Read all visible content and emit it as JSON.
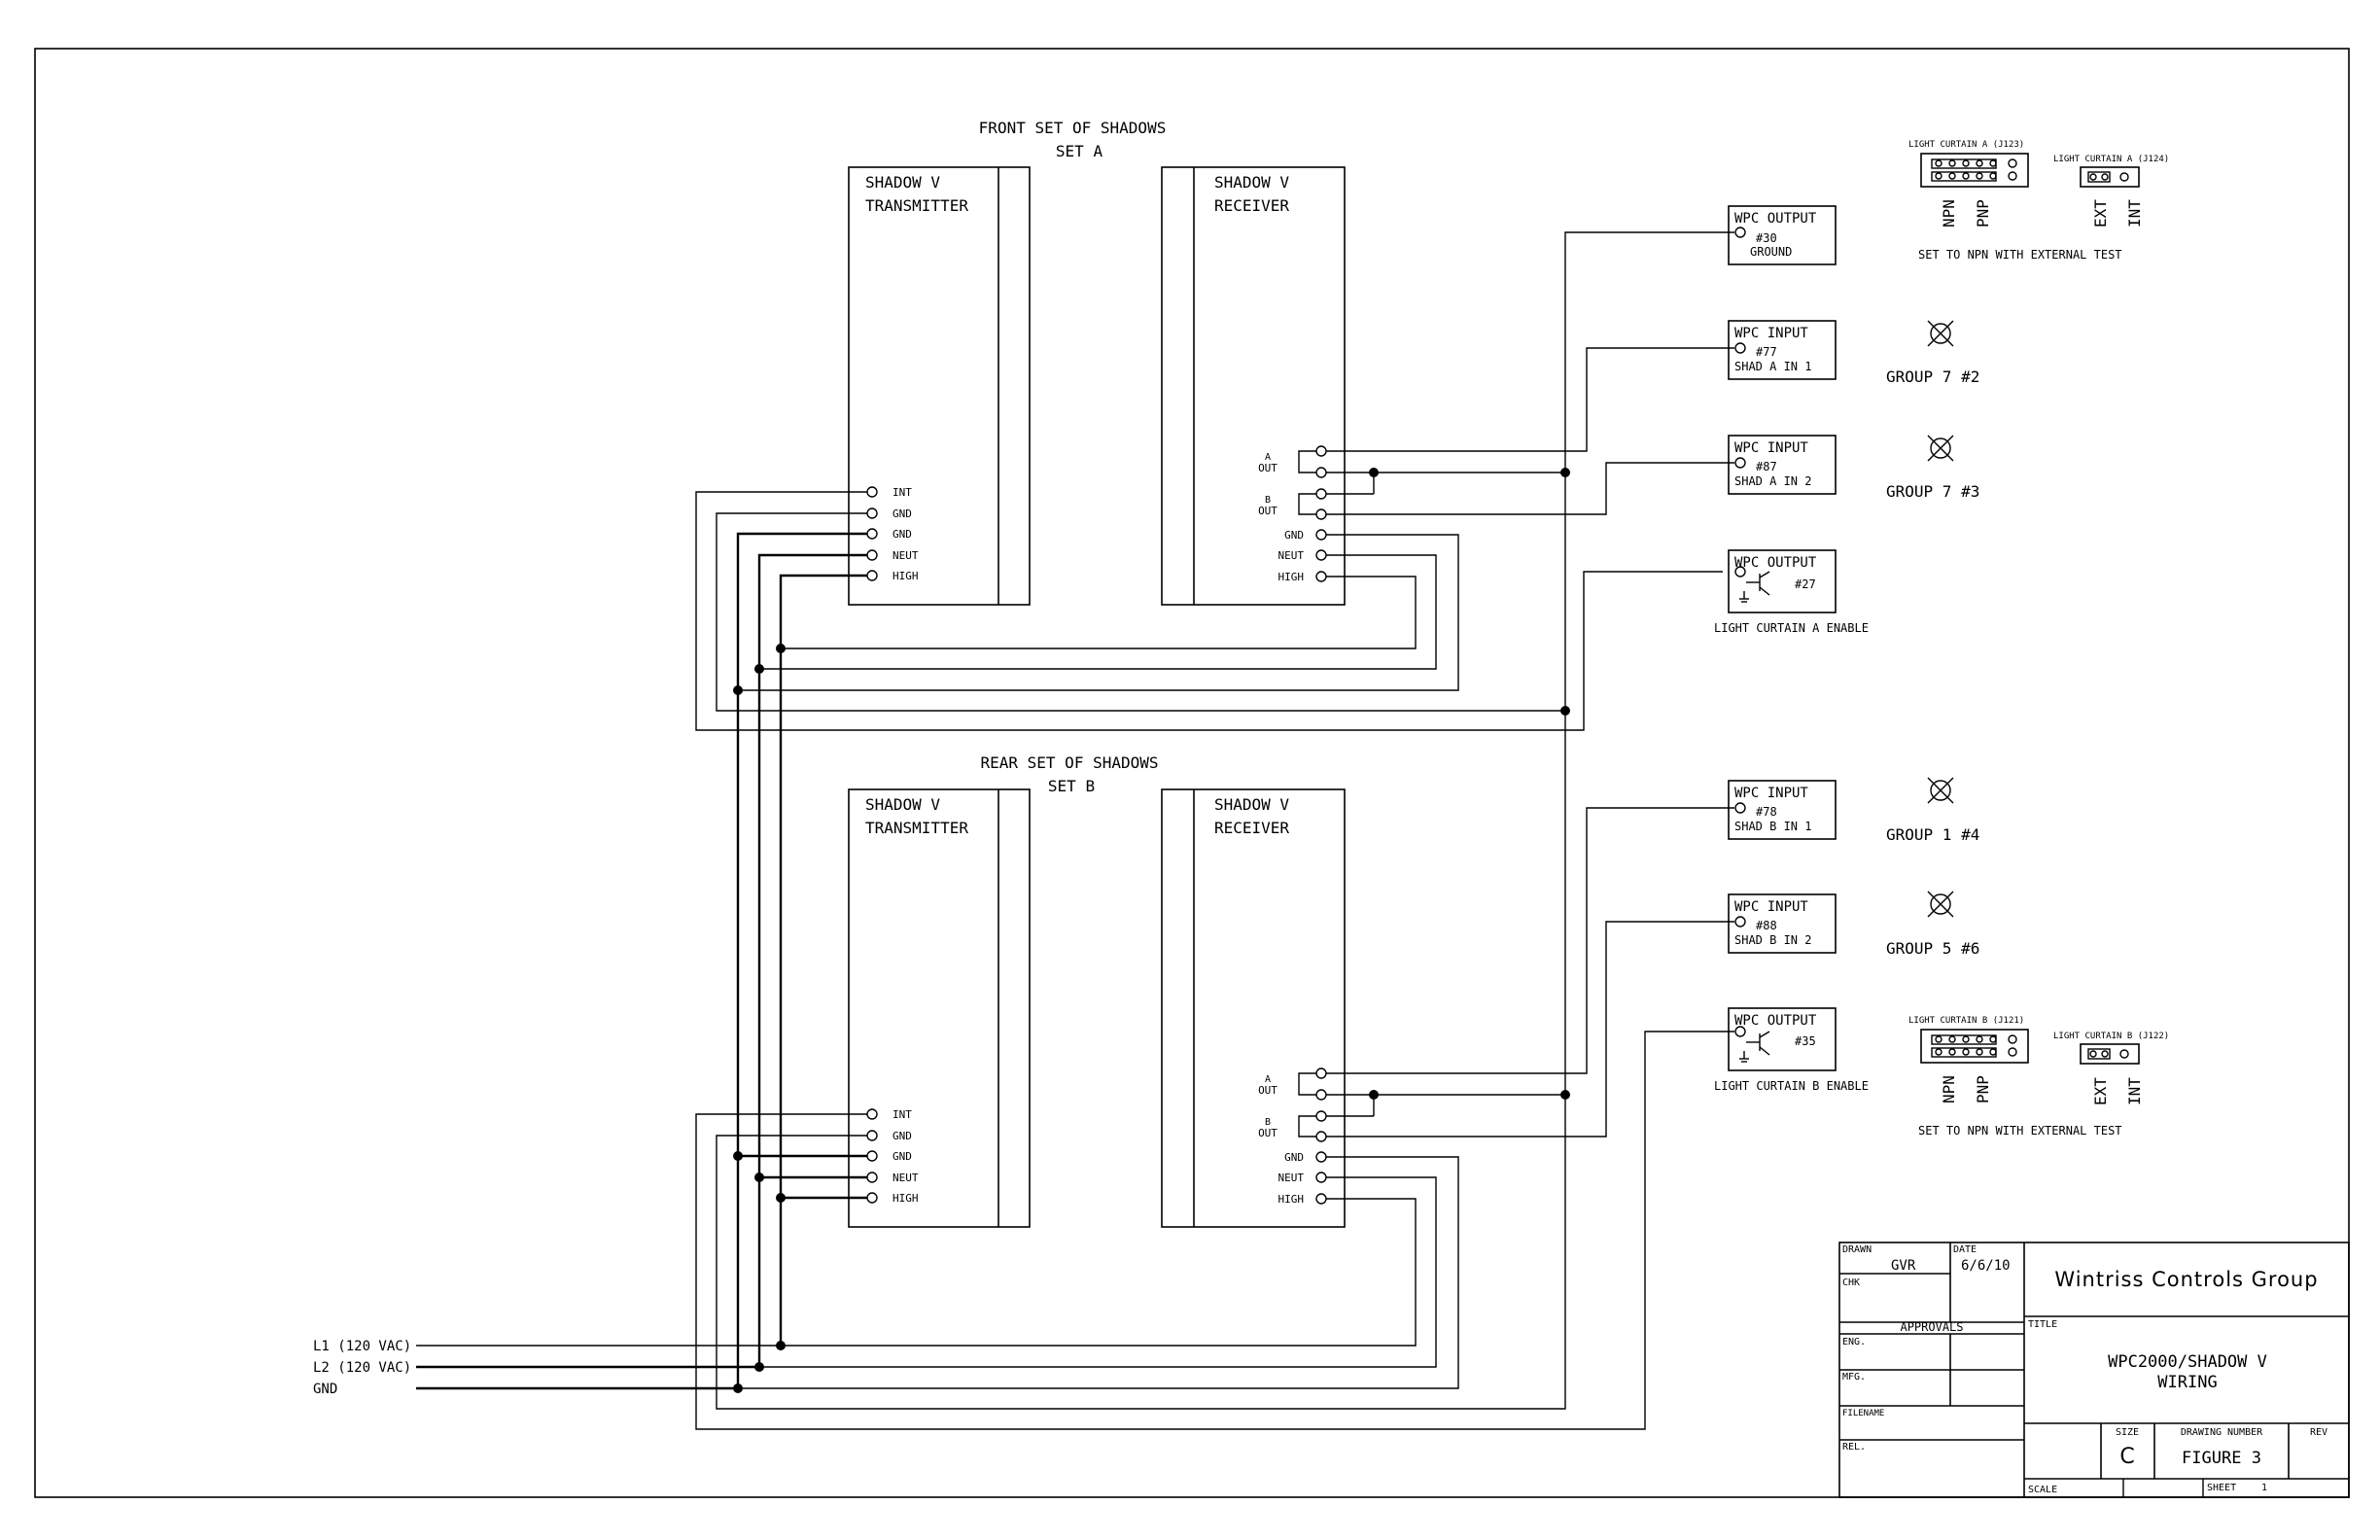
{
  "set_a": {
    "title_line1": "FRONT SET OF SHADOWS",
    "title_line2": "SET A",
    "transmitter_line1": "SHADOW V",
    "transmitter_line2": "TRANSMITTER",
    "receiver_line1": "SHADOW V",
    "receiver_line2": "RECEIVER"
  },
  "set_b": {
    "title_line1": "REAR SET OF SHADOWS",
    "title_line2": "SET B",
    "transmitter_line1": "SHADOW V",
    "transmitter_line2": "TRANSMITTER",
    "receiver_line1": "SHADOW V",
    "receiver_line2": "RECEIVER"
  },
  "terminals": {
    "int": "INT",
    "gnd": "GND",
    "neut": "NEUT",
    "high": "HIGH",
    "a": "A",
    "b": "B",
    "out": "OUT"
  },
  "wpc": {
    "out30": {
      "title": "WPC OUTPUT",
      "num": "#30",
      "sub": "GROUND"
    },
    "in77": {
      "title": "WPC INPUT",
      "num": "#77",
      "sub": "SHAD A IN 1"
    },
    "in87": {
      "title": "WPC INPUT",
      "num": "#87",
      "sub": "SHAD A IN 2"
    },
    "out27": {
      "title": "WPC OUTPUT",
      "num": "#27",
      "caption": "LIGHT CURTAIN A ENABLE"
    },
    "in78": {
      "title": "WPC INPUT",
      "num": "#78",
      "sub": "SHAD B IN 1"
    },
    "in88": {
      "title": "WPC INPUT",
      "num": "#88",
      "sub": "SHAD B IN 2"
    },
    "out35": {
      "title": "WPC OUTPUT",
      "num": "#35",
      "caption": "LIGHT CURTAIN B ENABLE"
    }
  },
  "lamps": {
    "g7_2": "GROUP 7 #2",
    "g7_3": "GROUP 7 #3",
    "g1_4": "GROUP 1 #4",
    "g5_6": "GROUP 5 #6"
  },
  "jumpers": {
    "j123": "LIGHT CURTAIN A (J123)",
    "j124": "LIGHT CURTAIN A (J124)",
    "j121": "LIGHT CURTAIN B (J121)",
    "j122": "LIGHT CURTAIN B (J122)",
    "npn": "NPN",
    "pnp": "PNP",
    "ext": "EXT",
    "int": "INT",
    "note_a": "SET TO NPN WITH EXTERNAL TEST",
    "note_b": "SET TO NPN WITH EXTERNAL TEST"
  },
  "power": {
    "l1": "L1 (120 VAC)",
    "l2": "L2 (120 VAC)",
    "gnd": "GND"
  },
  "title_block": {
    "drawn_label": "DRAWN",
    "drawn_value": "GVR",
    "date_label": "DATE",
    "date_value": "6/6/10",
    "chk_label": "CHK",
    "approvals_label": "APPROVALS",
    "eng_label": "ENG.",
    "mfg_label": "MFG.",
    "filename_label": "FILENAME",
    "rel_label": "REL.",
    "company": "Wintriss Controls Group",
    "title_label": "TITLE",
    "title_line1": "WPC2000/SHADOW V",
    "title_line2": "WIRING",
    "size_label": "SIZE",
    "size_value": "C",
    "drawing_number_label": "DRAWING NUMBER",
    "drawing_number_value": "FIGURE 3",
    "rev_label": "REV",
    "scale_label": "SCALE",
    "sheet_label": "SHEET",
    "sheet_value": "1"
  }
}
